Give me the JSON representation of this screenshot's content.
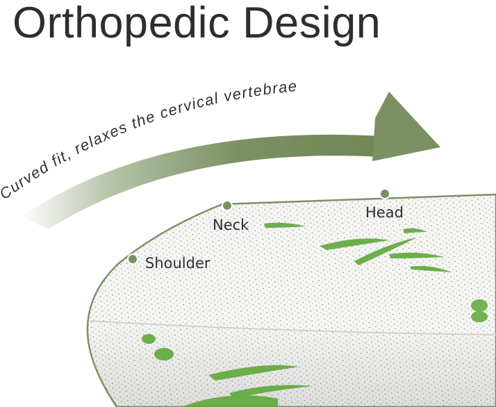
{
  "title": "Orthopedic Design",
  "arrow_caption": "Curved fit, relaxes the cervical vertebrae",
  "labels": {
    "neck": "Neck",
    "head": "Head",
    "shoulder": "Shoulder"
  },
  "colors": {
    "accent": "#7b9163",
    "text": "#2e2e2e",
    "leaf": "#5fa83a",
    "pillow_fabric": "#f4f4f2"
  }
}
